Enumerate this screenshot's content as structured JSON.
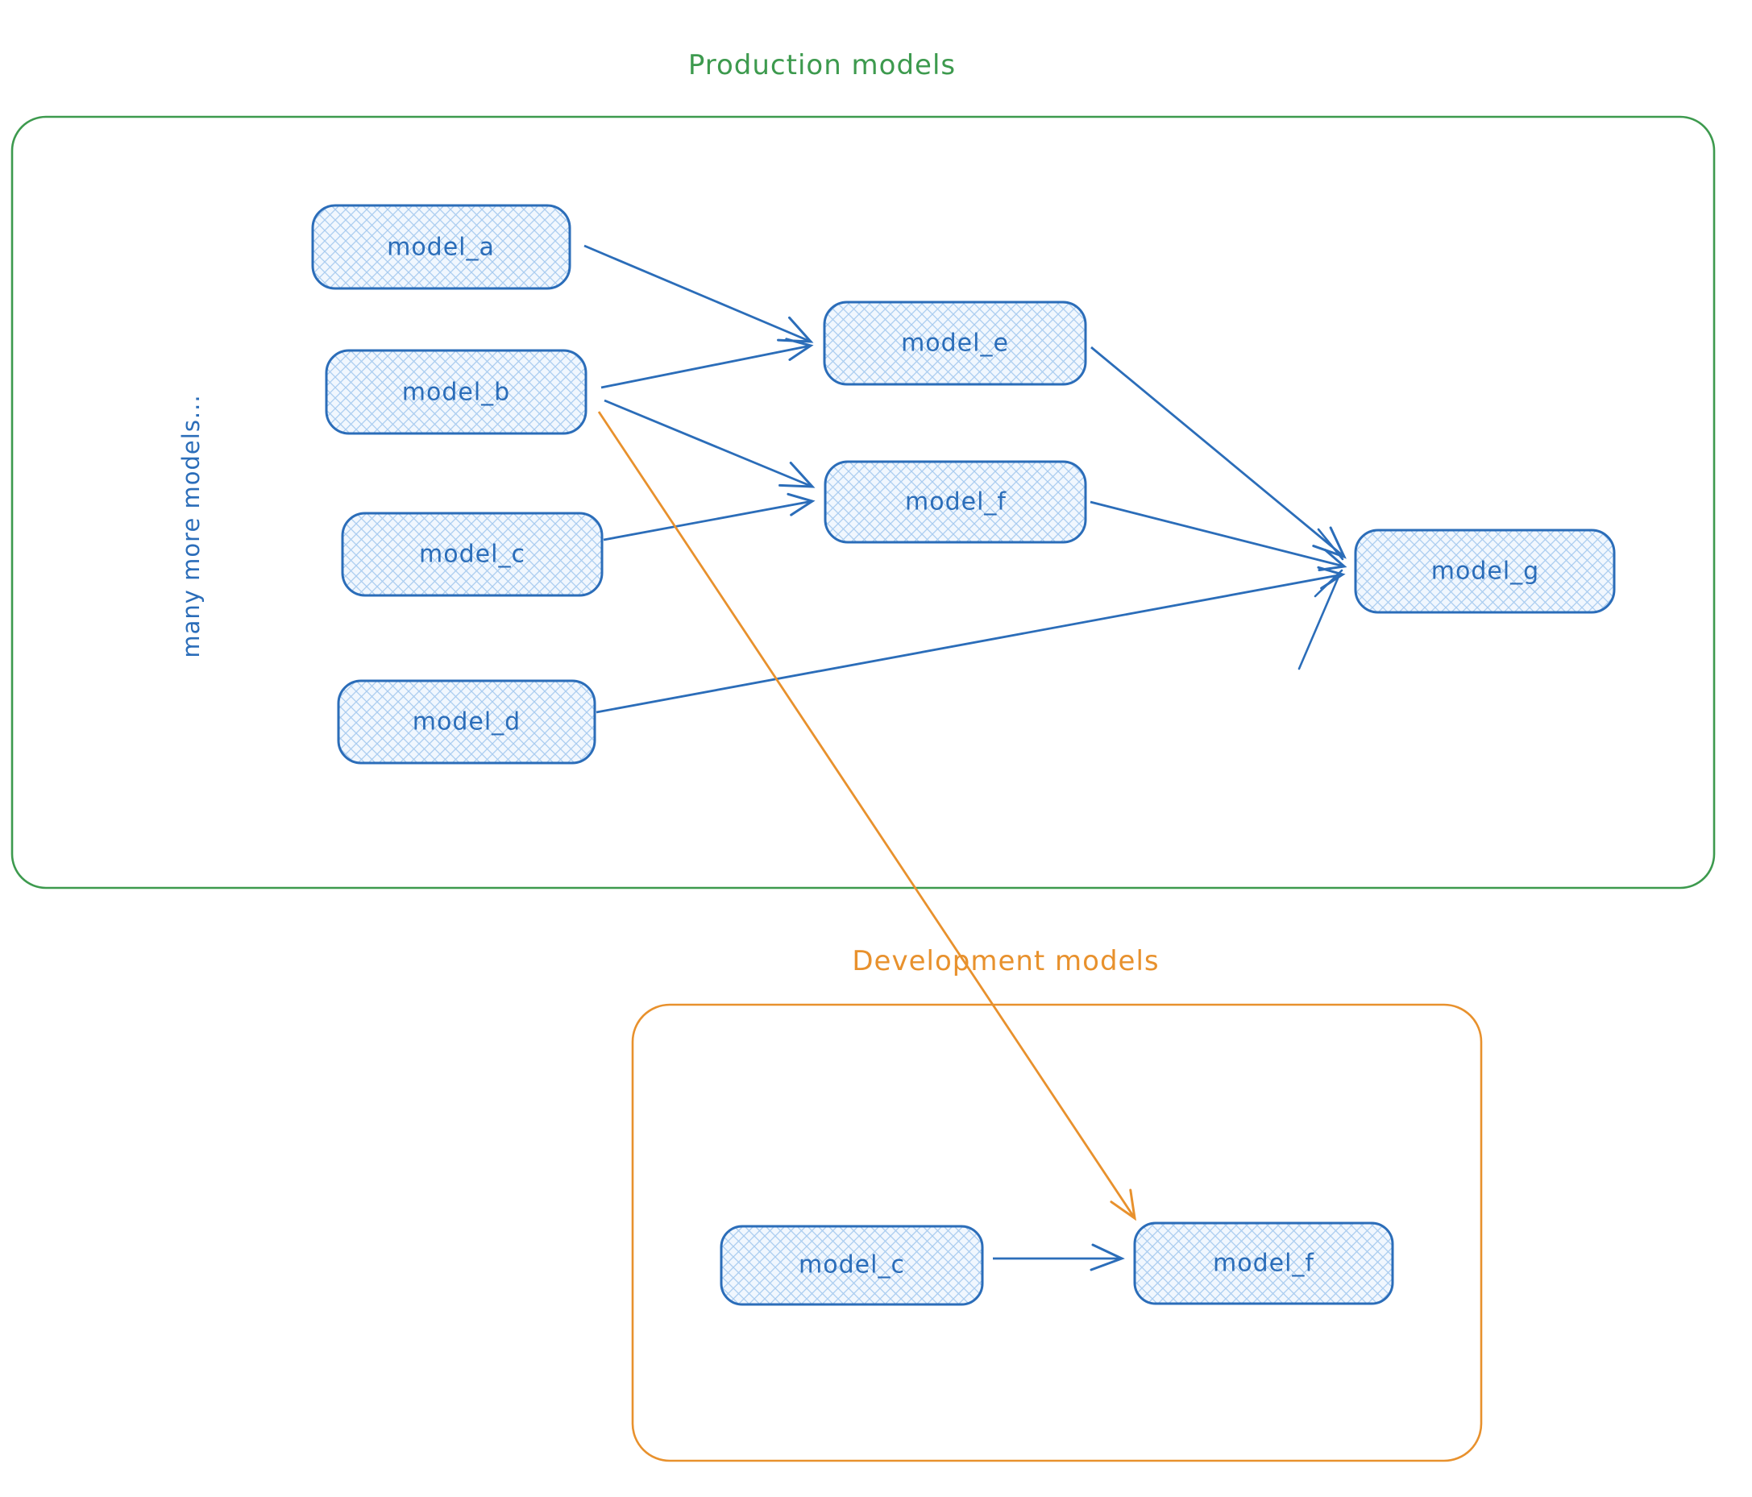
{
  "colors": {
    "blue": "#2b6db9",
    "green": "#3d9a4e",
    "orange": "#e8912d",
    "node_fill": "#f1f7fe",
    "node_hatch": "#abcdf0",
    "background": "#ffffff"
  },
  "production": {
    "title": "Production models",
    "side_label": "many more models...",
    "nodes": [
      {
        "id": "model_a",
        "label": "model_a"
      },
      {
        "id": "model_b",
        "label": "model_b"
      },
      {
        "id": "model_c",
        "label": "model_c"
      },
      {
        "id": "model_d",
        "label": "model_d"
      },
      {
        "id": "model_e",
        "label": "model_e"
      },
      {
        "id": "model_f",
        "label": "model_f"
      },
      {
        "id": "model_g",
        "label": "model_g"
      }
    ],
    "edges": [
      {
        "from": "model_a",
        "to": "model_e"
      },
      {
        "from": "model_b",
        "to": "model_e"
      },
      {
        "from": "model_b",
        "to": "model_f"
      },
      {
        "from": "model_c",
        "to": "model_f"
      },
      {
        "from": "model_e",
        "to": "model_g"
      },
      {
        "from": "model_f",
        "to": "model_g"
      },
      {
        "from": "model_d",
        "to": "model_g"
      }
    ]
  },
  "development": {
    "title": "Development models",
    "nodes": [
      {
        "id": "dev_model_c",
        "label": "model_c"
      },
      {
        "id": "dev_model_f",
        "label": "model_f"
      }
    ],
    "edges": [
      {
        "from": "dev_model_c",
        "to": "dev_model_f"
      }
    ]
  },
  "cross_edges": [
    {
      "from": "model_b",
      "to": "dev_model_f",
      "color": "orange"
    }
  ]
}
